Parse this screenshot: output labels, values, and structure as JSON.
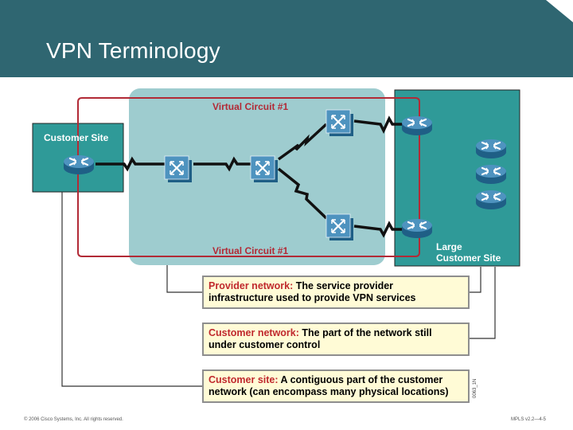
{
  "slide": {
    "title": "VPN Terminology",
    "footer_left": "© 2006 Cisco Systems, Inc. All rights reserved.",
    "footer_right": "MPLS v2.2—4-5",
    "figure_id": "0063_1N"
  },
  "diagram": {
    "labels": {
      "vc_top": "Virtual Circuit #1",
      "vc_bottom": "Virtual Circuit #1",
      "customer_site": "Customer Site",
      "large_site_line1": "Large",
      "large_site_line2": "Customer Site"
    },
    "colors": {
      "header": "#2f6671",
      "provider_cloud": "#9ecccf",
      "site_box": "#2f9a98",
      "virtual_circuit": "#b22a36",
      "callout_term": "#c0292d",
      "callout_bg": "#fffbd6"
    },
    "icons": [
      "router-icon",
      "atm-switch-icon",
      "serial-link-icon"
    ]
  },
  "callouts": [
    {
      "term": "Provider network:",
      "text_line1": "The service provider",
      "text_line2": "infrastructure used to provide VPN services"
    },
    {
      "term": "Customer network:",
      "text_line1": "The part of the network still",
      "text_line2": "under customer control"
    },
    {
      "term": "Customer site:",
      "text_line1": "A contiguous part of the customer",
      "text_line2": "network (can encompass many physical locations)"
    }
  ]
}
